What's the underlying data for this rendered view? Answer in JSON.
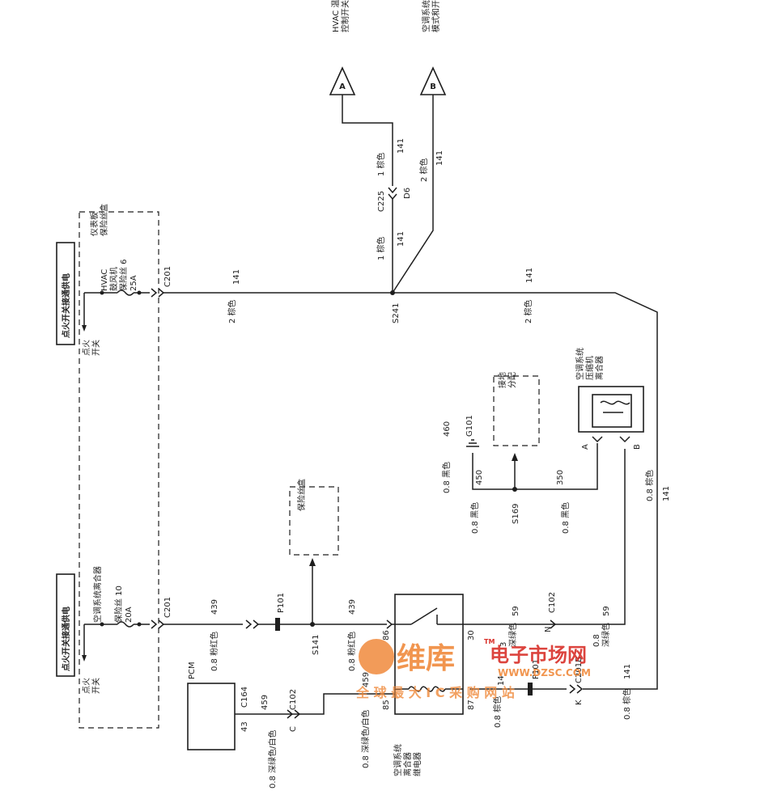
{
  "connectors_top": {
    "a_label": "HVAC 温度\n控制开关",
    "a_letter": "A",
    "b_label": "空调系统\n模式和开关",
    "b_letter": "B"
  },
  "wires_top": {
    "brown1_top": "1 棕色",
    "circuit_141_a": "141",
    "brown2": "2 棕色",
    "circuit_141_b": "141",
    "c225": "C225",
    "d6": "D6",
    "brown1_mid": "1 棕色",
    "circuit_141_c": "141"
  },
  "panel_fuse_box": {
    "title": "仪表板\n保险丝盒",
    "hvac": "HVAC\n鼓风机",
    "fuse6": "保险丝 6\n25A",
    "c201_top": "C201",
    "c201_bottom": "C201",
    "ign_top": "点火开关接通供电",
    "ign_switch_top": "点火\n开关",
    "ac_clutch": "空调系统离合器",
    "fuse10": "保险丝 10\n20A",
    "ign_bottom": "点火开关接通供电",
    "ign_switch_bottom": "点火\n开关"
  },
  "main_wire": {
    "circuit_141": "141",
    "brown2_left": "2 棕色",
    "s241": "S241",
    "circuit_141_right": "141",
    "brown2_right": "2 棕色"
  },
  "ground_section": {
    "ground_dist": "接地\n分配",
    "g101": "G101",
    "c460": "460",
    "black08_a": "0.8 黑色",
    "c450": "450",
    "black08_b": "0.8 黑色",
    "s169": "S169",
    "c350": "350",
    "black08_c": "0.8 黑色"
  },
  "compressor": {
    "title": "空调系统\n压缩机\n离合器",
    "pin_a": "A",
    "pin_b": "B",
    "brown08": "0.8 棕色",
    "c141": "141"
  },
  "fuse_box_mid": {
    "title": "保险丝盒"
  },
  "relay_section": {
    "circuit_439_a": "439",
    "p101_a": "P101",
    "pink08_a": "0.8 粉红色",
    "s141": "S141",
    "circuit_439_b": "439",
    "pink08_b": "0.8 粉红色",
    "pin86": "86",
    "pin30": "30",
    "pin85": "85",
    "pin87": "87",
    "relay_label": "空调系统\n离合器\n继电器",
    "c59": "59",
    "c102_a": "C102",
    "n_a": "N",
    "dg3": "3\n深绿色",
    "c59_b": "59",
    "dg08": "0.8\n深绿色",
    "c201b": "C201B",
    "c14": "14",
    "p101_b": "P101",
    "brown08_left": "0.8 棕色",
    "k": "K",
    "c141_b": "141",
    "brown08_right": "0.8 棕色"
  },
  "pcm": {
    "label": "PCM",
    "c164": "C164",
    "pin43": "43",
    "c459": "459",
    "c102": "C102",
    "pin_c": "C",
    "dg_white_a": "0.8 深绿色/白色",
    "c459_b": "459",
    "dg_white_b": "0.8 深绿色/白色"
  },
  "watermark": {
    "brand": "维库",
    "tm": "TM",
    "brand_cn": "电子市场网",
    "url": "WWW.DZSC.COM",
    "slogan": "全 球 最 大 I C 采 购 网 站"
  },
  "colors": {
    "line": "#1e1e1e",
    "wm_orange": "#f08a3c",
    "wm_red": "#d9302a"
  }
}
